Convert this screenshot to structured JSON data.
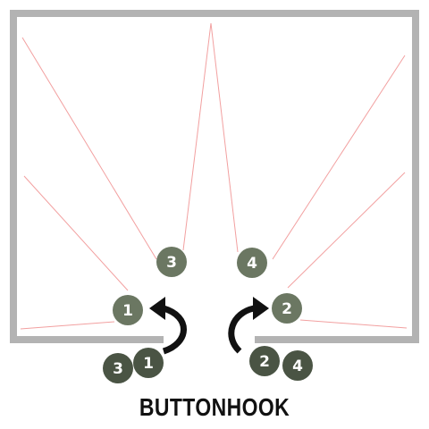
{
  "title": "BUTTONHOOK",
  "colors": {
    "wall": "#b3b3b3",
    "route_line": "#f2a0a0",
    "arrow": "#111111",
    "player_fill": "#6b7762",
    "player_fill_dark": "#4a5444",
    "player_text": "#ffffff"
  },
  "players": [
    {
      "id": "p1-upper",
      "label": "1"
    },
    {
      "id": "p2-upper",
      "label": "2"
    },
    {
      "id": "p3-upper",
      "label": "3"
    },
    {
      "id": "p4-upper",
      "label": "4"
    },
    {
      "id": "p3-lower",
      "label": "3"
    },
    {
      "id": "p1-lower",
      "label": "1"
    },
    {
      "id": "p2-lower",
      "label": "2"
    },
    {
      "id": "p4-lower",
      "label": "4"
    }
  ]
}
